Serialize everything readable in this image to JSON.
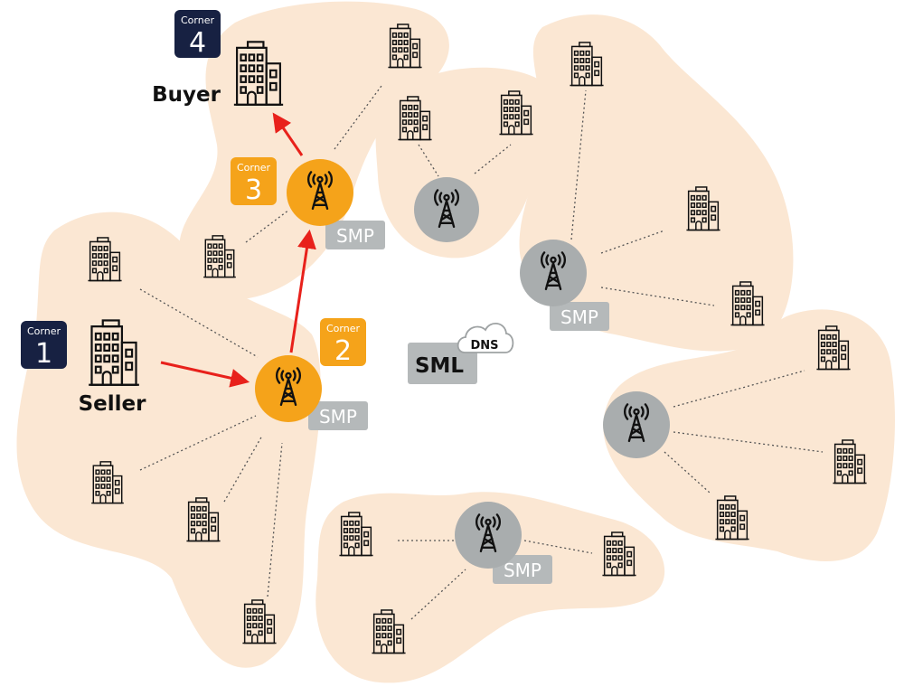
{
  "colors": {
    "region": "#fbe7d3",
    "orange": "#f5a31a",
    "gray_tower": "#a9adae",
    "smp_bg": "#b5b9ba",
    "navy": "#172142",
    "arrow": "#e8211b",
    "dots": "#555555"
  },
  "corners": {
    "c1": {
      "word": "Corner",
      "num": "1",
      "label": "Seller"
    },
    "c2": {
      "word": "Corner",
      "num": "2"
    },
    "c3": {
      "word": "Corner",
      "num": "3"
    },
    "c4": {
      "word": "Corner",
      "num": "4",
      "label": "Buyer"
    }
  },
  "smp_label": "SMP",
  "sml": {
    "label": "SML",
    "cloud_label": "DNS"
  },
  "icons": {
    "building": "office-building-icon",
    "tower": "access-point-tower-icon",
    "cloud": "dns-cloud-icon"
  }
}
